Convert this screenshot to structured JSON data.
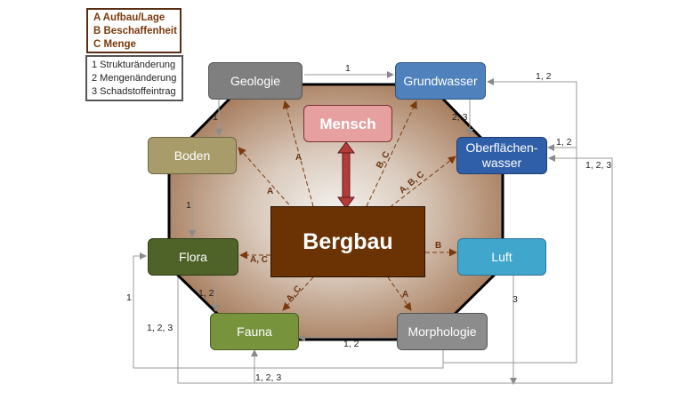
{
  "legend_effects": [
    "A Aufbau/Lage",
    "B Beschaffenheit",
    "C Menge"
  ],
  "legend_changes": [
    "1 Strukturänderung",
    "2 Mengenänderung",
    "3 Schadstoffeintrag"
  ],
  "nodes": {
    "geologie": "Geologie",
    "grundwasser": "Grundwasser",
    "mensch": "Mensch",
    "boden": "Boden",
    "oberflaechen_l1": "Oberflächen-",
    "oberflaechen_l2": "wasser",
    "bergbau": "Bergbau",
    "flora": "Flora",
    "luft": "Luft",
    "fauna": "Fauna",
    "morphologie": "Morphologie"
  },
  "edge_labels": {
    "geologie_grundwasser": "1",
    "geologie_boden": "1",
    "grundwasser_oberflaechen": "2, 3",
    "boden_flora": "1",
    "flora_fauna": "1, 2",
    "morphologie_fauna": "1, 2",
    "luft_down": "3",
    "left_feedback": "1",
    "left_feedback_2": "1, 2, 3",
    "bottom_feedback": "1, 2, 3",
    "right_grundwasser": "1, 2",
    "right_oberflaechen": "1, 2",
    "right_outer": "1, 2, 3"
  },
  "impact_labels": {
    "to_geologie": "A",
    "to_boden": "A",
    "to_grundwasser_1": "B, C",
    "to_oberflaechen": "A, B, C",
    "to_luft": "B",
    "to_flora": "A, C",
    "to_fauna": "A, C",
    "to_morphologie": "A"
  },
  "colors": {
    "geologie": "#7f7f7f",
    "grundwasser": "#4f81bd",
    "mensch": "#e6a0a0",
    "boden": "#a89c6a",
    "oberflaechen": "#2f5fa8",
    "bergbau": "#6b3304",
    "flora": "#4f6228",
    "luft": "#41a6cc",
    "fauna": "#77933c",
    "morphologie": "#8c8c8c",
    "octagon_center": "#e8e2da",
    "octagon_edge": "#a67b5b",
    "legend_text": "#7a3a0c"
  }
}
